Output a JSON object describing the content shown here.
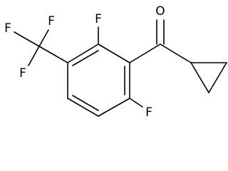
{
  "molecule": {
    "atoms": {
      "carbonyl_oxygen": "O",
      "ortho_fluorine_top": "F",
      "ortho_fluorine_bottom": "F",
      "cf3_fluorine_1": "F",
      "cf3_fluorine_2": "F",
      "cf3_fluorine_3": "F"
    }
  }
}
